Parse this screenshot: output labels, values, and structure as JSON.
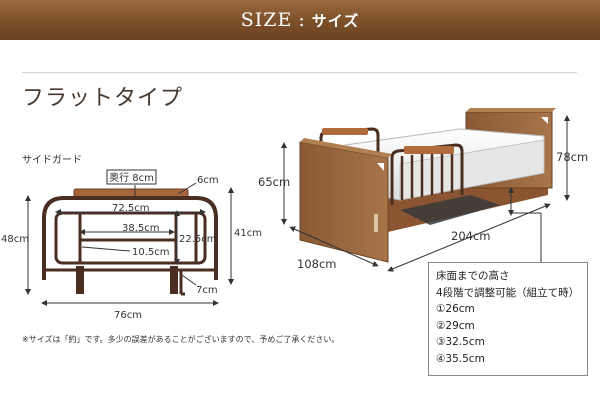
{
  "header": {
    "title_en": "SIZE",
    "separator": ":",
    "title_jp": "サイズ"
  },
  "subtitle": "フラットタイプ",
  "guard": {
    "label": "サイドガード",
    "depth": "奥行 8cm",
    "dims": {
      "w_inner": "72.5cm",
      "w_mid": "38.5cm",
      "w_small": "10.5cm",
      "h_mid": "22.5cm",
      "h_total": "48cm",
      "h_right": "41cm",
      "top_pad": "6cm",
      "leg": "7cm",
      "w_total": "76cm"
    }
  },
  "bed": {
    "dims": {
      "head_h": "78cm",
      "foot_h": "65cm",
      "length": "204cm",
      "width": "108cm"
    }
  },
  "note": "※サイズは「約」です。多少の誤差があることがございますので、予めご了承ください。",
  "info": {
    "line1": "床面までの高さ",
    "line2": "4段階で調整可能（組立て時）",
    "opts": [
      "①26cm",
      "②29cm",
      "③32.5cm",
      "④35.5cm"
    ]
  }
}
